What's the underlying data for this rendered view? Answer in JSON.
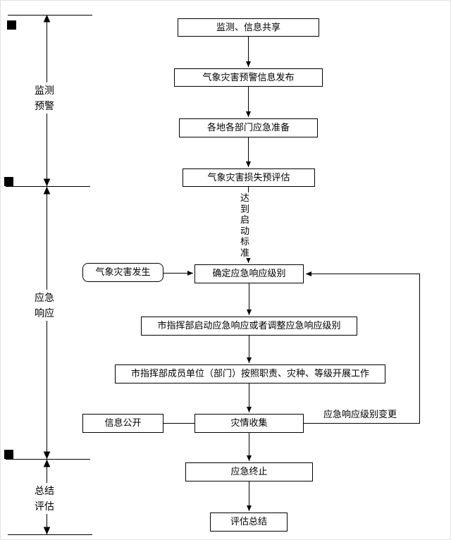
{
  "diagram": {
    "phases": {
      "monitoring": "监测\n预警",
      "response": "应急\n响应",
      "evaluation": "总结\n评估"
    },
    "nodes": {
      "monitor_share": "监测、信息共享",
      "warning_release": "气象灾害预警信息发布",
      "dept_preparation": "各地各部门应急准备",
      "loss_preassessment": "气象灾害损失预评估",
      "disaster_occurs": "气象灾害发生",
      "determine_level": "确定应急响应级别",
      "launch_adjust": "市指挥部启动应急响应或者调整应急响应级别",
      "members_work": "市指挥部成员单位（部门）按照职责、灾种、等级开展工作",
      "info_disclosure": "信息公开",
      "disaster_collection": "灾情收集",
      "emergency_end": "应急终止",
      "evaluation_summary": "评估总结"
    },
    "edge_labels": {
      "reach_criteria": "达到启动标准",
      "level_change": "应急响应级别变更"
    },
    "colors": {
      "line": "#000000",
      "box_border": "#000000",
      "box_fill": "#ffffff",
      "background": "#ffffff"
    }
  }
}
